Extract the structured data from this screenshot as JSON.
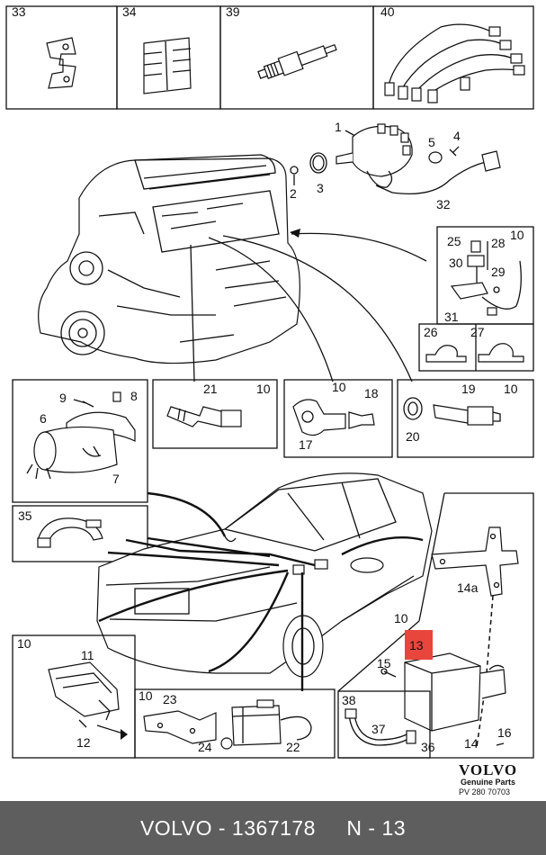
{
  "labels": {
    "p33": "33",
    "p34": "34",
    "p39": "39",
    "p40": "40",
    "p1": "1",
    "p2": "2",
    "p3": "3",
    "p4": "4",
    "p5": "5",
    "p32": "32",
    "p25": "25",
    "p28": "28",
    "p30": "30",
    "p29": "29",
    "p31": "31",
    "p10_top": "10",
    "p26": "26",
    "p27": "27",
    "p9": "9",
    "p8": "8",
    "p6": "6",
    "p7": "7",
    "p21": "21",
    "p10_a": "10",
    "p10_b": "10",
    "p18": "18",
    "p17": "17",
    "p19": "19",
    "p10_c": "10",
    "p20": "20",
    "p35": "35",
    "p14a": "14a",
    "p10_d": "10",
    "p13": "13",
    "p15": "15",
    "p14": "14",
    "p16": "16",
    "p38": "38",
    "p37": "37",
    "p36": "36",
    "p10_e": "10",
    "p11": "11",
    "p12": "12",
    "p10_f": "10",
    "p23": "23",
    "p24": "24",
    "p22": "22"
  },
  "logo": {
    "brand": "VOLVO",
    "line1": "Genuine Parts",
    "line2": "PV 280 70703"
  },
  "highlight_color": "#e8463c",
  "footer": {
    "text": "VOLVO - 1367178     N - 13"
  }
}
